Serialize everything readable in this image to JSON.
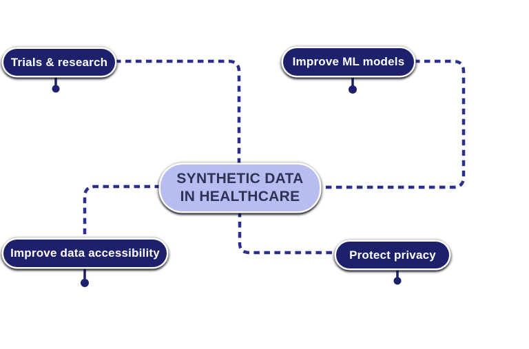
{
  "diagram": {
    "center": {
      "line1": "SYNTHETIC DATA",
      "line2": "IN HEALTHCARE"
    },
    "nodes": [
      {
        "id": "trials-research",
        "label": "Trials & research"
      },
      {
        "id": "improve-ml-models",
        "label": "Improve ML models"
      },
      {
        "id": "improve-data-accessibility",
        "label": "Improve data accessibility"
      },
      {
        "id": "protect-privacy",
        "label": "Protect privacy"
      }
    ],
    "edges": [
      {
        "from": "trials-research",
        "to": "synthetic-data-in-healthcare",
        "style": "dashed"
      },
      {
        "from": "improve-ml-models",
        "to": "synthetic-data-in-healthcare",
        "style": "dashed"
      },
      {
        "from": "synthetic-data-in-healthcare",
        "to": "improve-data-accessibility",
        "style": "dashed"
      },
      {
        "from": "synthetic-data-in-healthcare",
        "to": "protect-privacy",
        "style": "dashed"
      }
    ],
    "colors": {
      "node_fill": "#1d206b",
      "node_text": "#ffffff",
      "center_fill": "#b7bcf1",
      "center_text": "#2f3254",
      "connector": "#2b2f8c",
      "background": "#ffffff"
    }
  }
}
